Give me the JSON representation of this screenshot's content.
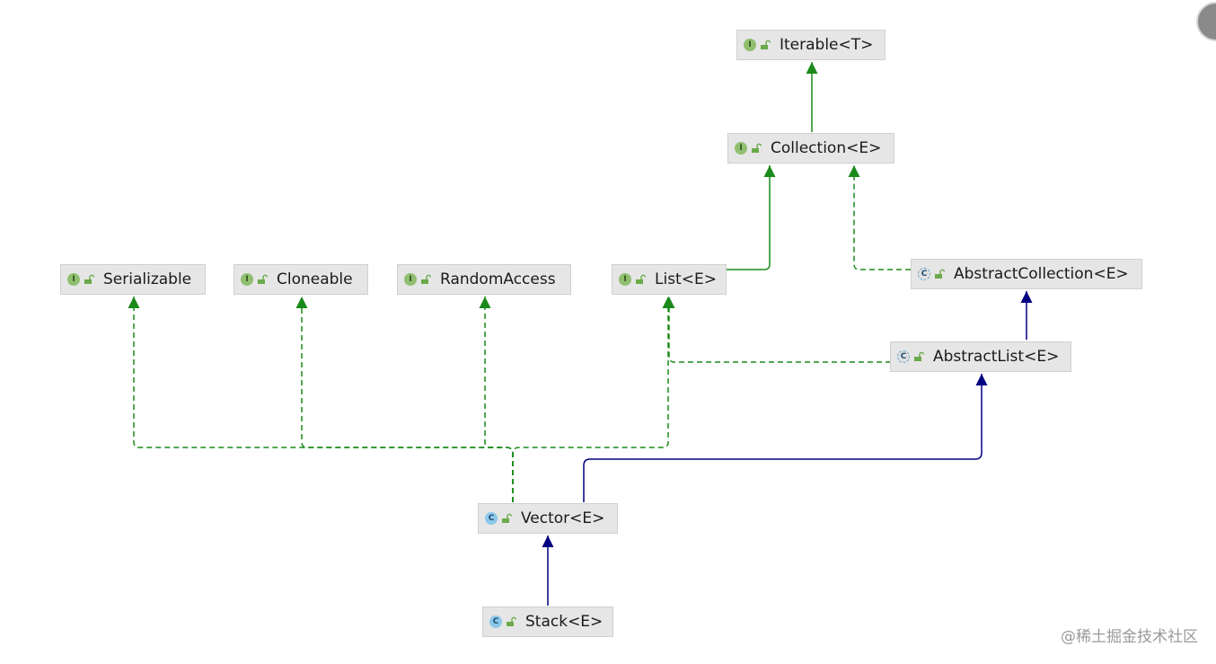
{
  "nodes": {
    "iterable": {
      "label": "Iterable<T>",
      "kind": "interface",
      "kind_letter": "I",
      "visibility_icon": "public-lock-icon"
    },
    "collection": {
      "label": "Collection<E>",
      "kind": "interface",
      "kind_letter": "I",
      "visibility_icon": "public-lock-icon"
    },
    "serializable": {
      "label": "Serializable",
      "kind": "interface",
      "kind_letter": "I",
      "visibility_icon": "public-lock-icon"
    },
    "cloneable": {
      "label": "Cloneable",
      "kind": "interface",
      "kind_letter": "I",
      "visibility_icon": "public-lock-icon"
    },
    "random_access": {
      "label": "RandomAccess",
      "kind": "interface",
      "kind_letter": "I",
      "visibility_icon": "public-lock-icon"
    },
    "list": {
      "label": "List<E>",
      "kind": "interface",
      "kind_letter": "I",
      "visibility_icon": "public-lock-icon"
    },
    "abstract_collection": {
      "label": "AbstractCollection<E>",
      "kind": "abstract-class",
      "kind_letter": "C",
      "visibility_icon": "public-lock-icon"
    },
    "abstract_list": {
      "label": "AbstractList<E>",
      "kind": "abstract-class",
      "kind_letter": "C",
      "visibility_icon": "public-lock-icon"
    },
    "vector": {
      "label": "Vector<E>",
      "kind": "class",
      "kind_letter": "C",
      "visibility_icon": "public-lock-icon"
    },
    "stack": {
      "label": "Stack<E>",
      "kind": "class",
      "kind_letter": "C",
      "visibility_icon": "public-lock-icon"
    }
  },
  "edges": [
    {
      "from": "Collection<E>",
      "to": "Iterable<T>",
      "relation": "extends",
      "style": "solid",
      "color": "#1a8a1a"
    },
    {
      "from": "List<E>",
      "to": "Collection<E>",
      "relation": "extends",
      "style": "solid",
      "color": "#1a8a1a"
    },
    {
      "from": "AbstractCollection<E>",
      "to": "Collection<E>",
      "relation": "implements",
      "style": "dashed",
      "color": "#1a8a1a"
    },
    {
      "from": "AbstractList<E>",
      "to": "AbstractCollection<E>",
      "relation": "extends",
      "style": "solid",
      "color": "#000080"
    },
    {
      "from": "AbstractList<E>",
      "to": "List<E>",
      "relation": "implements",
      "style": "dashed",
      "color": "#1a8a1a"
    },
    {
      "from": "Vector<E>",
      "to": "Serializable",
      "relation": "implements",
      "style": "dashed",
      "color": "#1a8a1a"
    },
    {
      "from": "Vector<E>",
      "to": "Cloneable",
      "relation": "implements",
      "style": "dashed",
      "color": "#1a8a1a"
    },
    {
      "from": "Vector<E>",
      "to": "RandomAccess",
      "relation": "implements",
      "style": "dashed",
      "color": "#1a8a1a"
    },
    {
      "from": "Vector<E>",
      "to": "List<E>",
      "relation": "implements",
      "style": "dashed",
      "color": "#1a8a1a"
    },
    {
      "from": "Vector<E>",
      "to": "AbstractList<E>",
      "relation": "extends",
      "style": "solid",
      "color": "#000080"
    },
    {
      "from": "Stack<E>",
      "to": "Vector<E>",
      "relation": "extends",
      "style": "solid",
      "color": "#000080"
    }
  ],
  "colors": {
    "interface_edge": "#1a8a1a",
    "class_edge": "#000080",
    "node_fill": "#e6e6e6",
    "interface_icon": "#8fbf6f",
    "class_icon": "#8cc8e8"
  },
  "watermark": "@稀土掘金技术社区"
}
